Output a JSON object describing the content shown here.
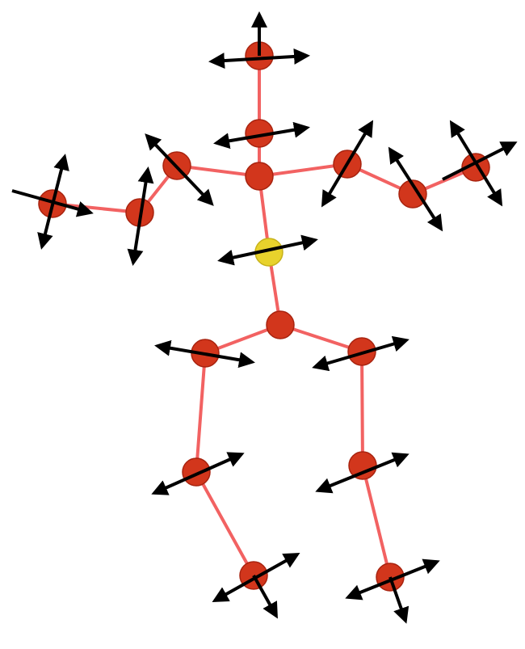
{
  "colors": {
    "bone": "#f26262",
    "joint": "#d2361c",
    "joint_edge": "#a8230f",
    "root": "#e8d22c",
    "root_edge": "#c7b21a",
    "axis": "#000000"
  },
  "joints": [
    {
      "id": "head-top",
      "kind": "joint"
    },
    {
      "id": "neck-upper",
      "kind": "joint"
    },
    {
      "id": "spine-top",
      "kind": "joint"
    },
    {
      "id": "left-shoulder",
      "kind": "joint"
    },
    {
      "id": "left-elbow",
      "kind": "joint"
    },
    {
      "id": "left-hand",
      "kind": "joint"
    },
    {
      "id": "right-shoulder",
      "kind": "joint"
    },
    {
      "id": "right-elbow",
      "kind": "joint"
    },
    {
      "id": "right-hand",
      "kind": "joint"
    },
    {
      "id": "root-spine",
      "kind": "root"
    },
    {
      "id": "pelvis",
      "kind": "joint"
    },
    {
      "id": "left-hip",
      "kind": "joint"
    },
    {
      "id": "left-knee",
      "kind": "joint"
    },
    {
      "id": "left-foot",
      "kind": "joint"
    },
    {
      "id": "right-hip",
      "kind": "joint"
    },
    {
      "id": "right-knee",
      "kind": "joint"
    },
    {
      "id": "right-foot",
      "kind": "joint"
    }
  ]
}
